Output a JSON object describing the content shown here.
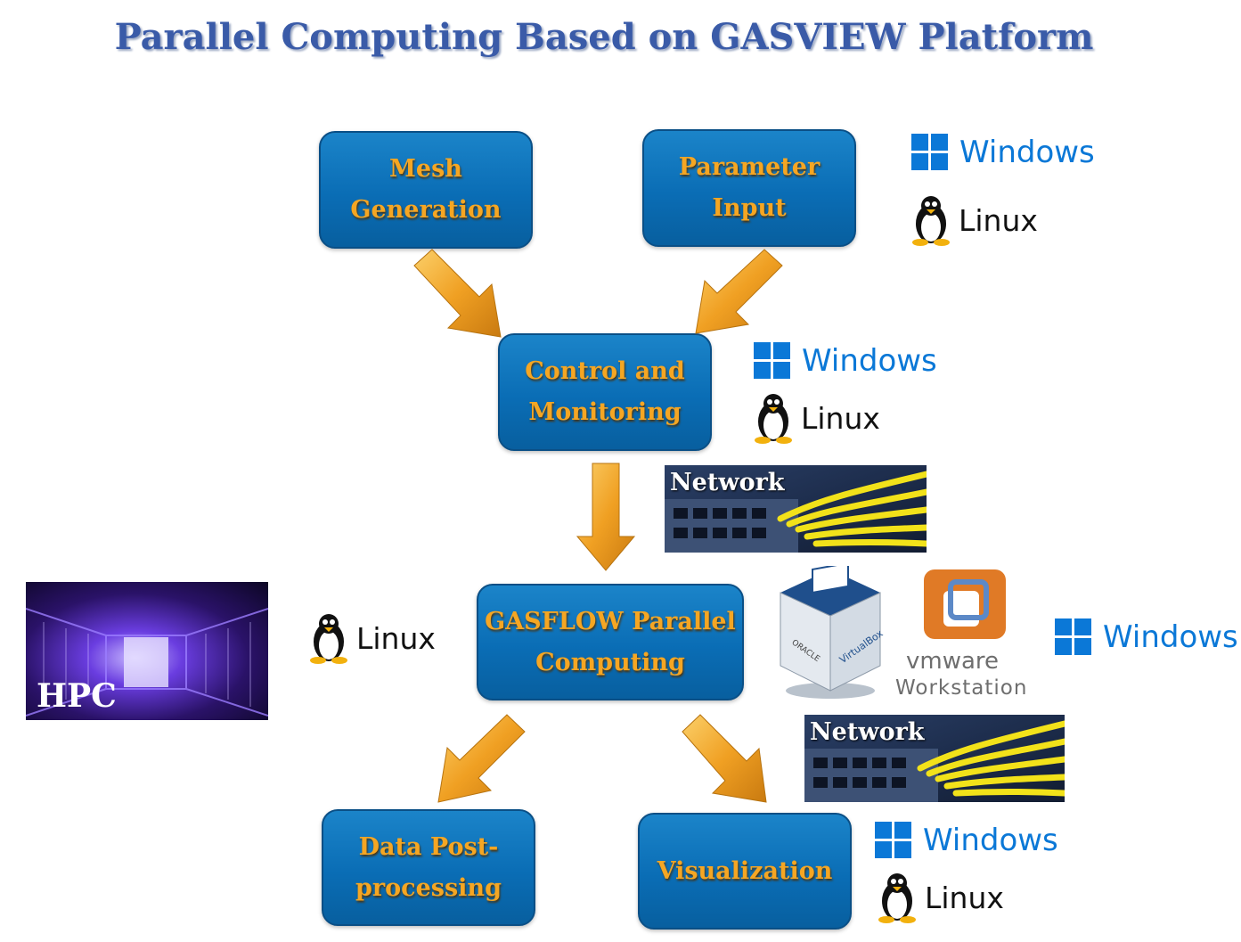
{
  "title": "Parallel Computing Based on GASVIEW Platform",
  "boxes": {
    "mesh": "Mesh\nGeneration",
    "param": "Parameter\nInput",
    "control": "Control and\nMonitoring",
    "gasflow": "GASFLOW Parallel\nComputing",
    "post": "Data Post-\nprocessing",
    "vis": "Visualization"
  },
  "os": {
    "windows": "Windows",
    "linux": "Linux"
  },
  "network": "Network",
  "hpc": "HPC",
  "vmware": {
    "brand": "vmware",
    "product": "Workstation"
  },
  "virtualbox": {
    "oracle": "ORACLE",
    "name": "VirtualBox"
  },
  "colors": {
    "box": "#0a6db5",
    "box_text": "#f5a623",
    "title": "#3a5ba8",
    "arrow": "#f2a82a",
    "windows": "#0b78d7"
  }
}
